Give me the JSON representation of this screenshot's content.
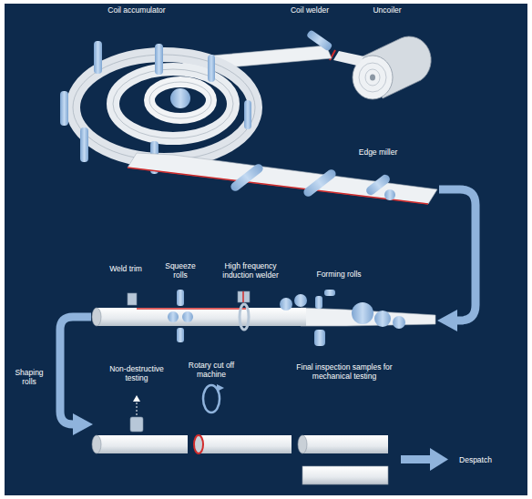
{
  "diagram": {
    "labels": [
      "Coil accumulator",
      "Coil welder",
      "Uncoiler",
      "Edge miller",
      "Weld trim",
      "Squeeze rolls",
      "High frequency induction welder",
      "Forming rolls",
      "Shaping rolls",
      "Non-destructive testing",
      "Rotary cut off machine",
      "Final inspection samples for mechanical testing",
      "Despatch"
    ]
  }
}
